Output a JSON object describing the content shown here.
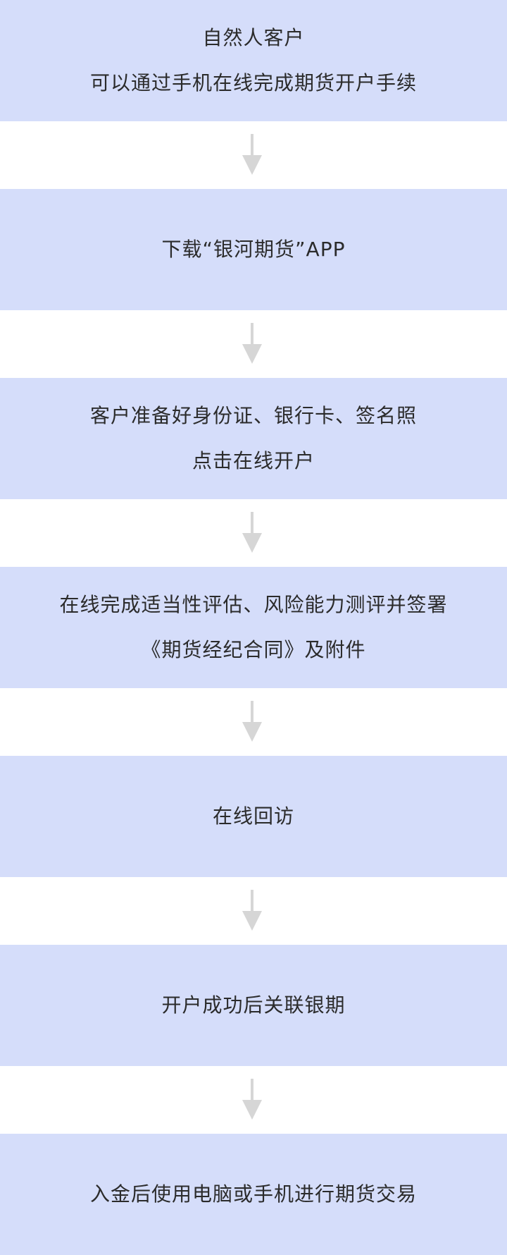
{
  "steps": [
    {
      "lines": [
        "自然人客户",
        "可以通过手机在线完成期货开户手续"
      ]
    },
    {
      "lines": [
        "下载“银河期货”APP"
      ]
    },
    {
      "lines": [
        "客户准备好身份证、银行卡、签名照",
        "点击在线开户"
      ]
    },
    {
      "lines": [
        "在线完成适当性评估、风险能力测评并签署",
        "《期货经纪合同》及附件"
      ]
    },
    {
      "lines": [
        "在线回访"
      ]
    },
    {
      "lines": [
        "开户成功后关联银期"
      ]
    },
    {
      "lines": [
        "入金后使用电脑或手机进行期货交易"
      ]
    }
  ],
  "colors": {
    "step_background": "#d5ddfa",
    "arrow": "#d6d6d6",
    "text": "#2b2b2b"
  },
  "icons": {
    "connector": "arrow-down-icon"
  }
}
